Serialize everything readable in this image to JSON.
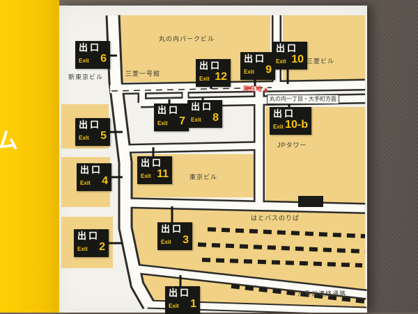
{
  "colors": {
    "wall": "#6a6058",
    "sign_yellow": "#f7c404",
    "panel": "#f2f1ec",
    "building_tan": "#f0d185",
    "street_fill": "#fcfbf6",
    "street_casing": "#2e2d29",
    "badge_black": "#171713",
    "badge_yellow": "#f6c50e",
    "current_red": "#d8372c",
    "label_text": "#3a3a35"
  },
  "side_panel": {
    "partial_char": "ム"
  },
  "map": {
    "buildings": {
      "marunouchi_park": "丸の内パークビル",
      "mitsubishi_ichigokan": "三菱一号館",
      "mitsubishi": "三菱ビル",
      "shin_tokyo": "新東京ビル",
      "jp_tower": "JPタワー",
      "tokyo": "東京ビル"
    },
    "areas": {
      "hato_bus": "はとバスのりば",
      "yaesu_passage": "八重洲連絡通路"
    },
    "annotations": {
      "current_location": "現在地",
      "current_marker": "▲",
      "direction": "丸の内一丁目・大手町方面"
    }
  },
  "exits": [
    {
      "jp": "出口",
      "en": "Exit",
      "num": "6"
    },
    {
      "jp": "出口",
      "en": "Exit",
      "num": "12"
    },
    {
      "jp": "出口",
      "en": "Exit",
      "num": "9"
    },
    {
      "jp": "出口",
      "en": "Exit",
      "num": "10"
    },
    {
      "jp": "出口",
      "en": "Exit",
      "num": "7"
    },
    {
      "jp": "出口",
      "en": "Exit",
      "num": "8"
    },
    {
      "jp": "出口",
      "en": "Exit",
      "num": "10-b"
    },
    {
      "jp": "出口",
      "en": "Exit",
      "num": "5"
    },
    {
      "jp": "出口",
      "en": "Exit",
      "num": "11"
    },
    {
      "jp": "出口",
      "en": "Exit",
      "num": "4"
    },
    {
      "jp": "出口",
      "en": "Exit",
      "num": "3"
    },
    {
      "jp": "出口",
      "en": "Exit",
      "num": "2"
    },
    {
      "jp": "出口",
      "en": "Exit",
      "num": "1"
    }
  ]
}
